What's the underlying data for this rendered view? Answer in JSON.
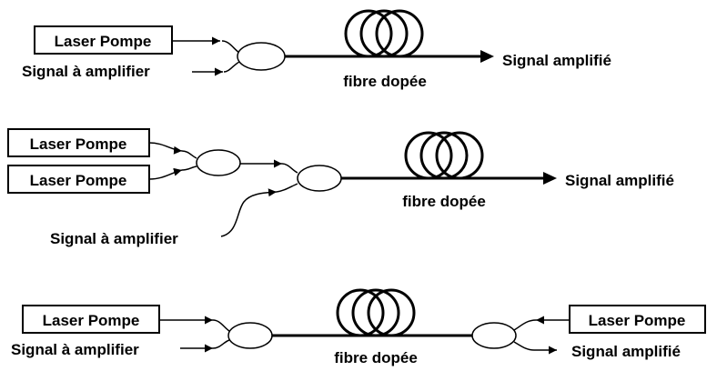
{
  "diagrams": [
    {
      "pump_laser_label": "Laser Pompe",
      "input_signal_label": "Signal à amplifier",
      "fiber_label": "fibre dopée",
      "output_signal_label": "Signal amplifié"
    },
    {
      "pump_laser_1_label": "Laser Pompe",
      "pump_laser_2_label": "Laser Pompe",
      "input_signal_label": "Signal à amplifier",
      "fiber_label": "fibre dopée",
      "output_signal_label": "Signal amplifié"
    },
    {
      "pump_laser_left_label": "Laser Pompe",
      "input_signal_label": "Signal à amplifier",
      "fiber_label": "fibre dopée",
      "pump_laser_right_label": "Laser Pompe",
      "output_signal_label": "Signal amplifié"
    }
  ]
}
